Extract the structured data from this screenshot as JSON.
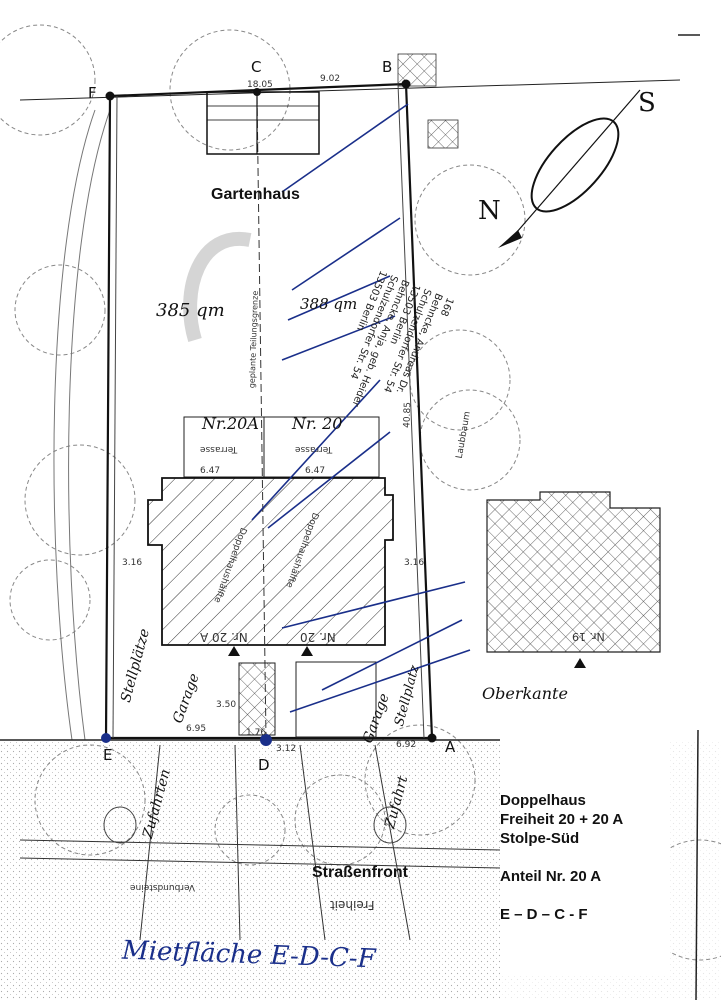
{
  "plan": {
    "garden_house_label": "Gartenhaus",
    "street_front_label": "Straßenfront",
    "street_name": "Freiheit",
    "paving_label": "Verbundsteine",
    "neighbor_unit_label": "Nr. 19",
    "unit_labels": {
      "left": "Nr. 20 A",
      "right": "Nr. 20"
    },
    "terrace_label": "Terrasse",
    "building_label": "Doppelhaushälfte",
    "tree_label": "Laubbaum",
    "boundary_label": "geplante Teilungsgrenze",
    "owner_note_lines": [
      "168",
      "Behncke, Andreas Dr.",
      "Schulzendorfer Str. 54",
      "13503 Berlin",
      "Behncke, Anja, geb. Heider",
      "Schulzendorfer Str. 54",
      "13503 Berlin"
    ],
    "point_labels": {
      "A": "A",
      "B": "B",
      "C": "C",
      "D": "D",
      "E": "E",
      "F": "F"
    },
    "compass": {
      "north": "N",
      "south": "S"
    },
    "dimensions": [
      "18.05",
      "9.02",
      "6.47",
      "6.47",
      "3.16",
      "3.16",
      "40.85",
      "1.76",
      "3.12",
      "6.92",
      "6.95",
      "3.50"
    ]
  },
  "handwritten": {
    "unit_a": "Nr.20A",
    "unit_b": "Nr. 20",
    "area_left": "385 qm",
    "area_right": "388 qm",
    "parking_left": "Stellplätze",
    "garage_left": "Garage",
    "garage_right": "Garage",
    "parking_right": "Stellplatz",
    "drive_left": "Zufahrten",
    "drive_right": "Zufahrt",
    "edge_note": "Oberkante",
    "rental_area": "Mietfläche E-D-C-F"
  },
  "legend": {
    "line1": "Doppelhaus",
    "line2": "Freiheit 20 + 20 A",
    "line3": "Stolpe-Süd",
    "line4": "Anteil Nr. 20 A",
    "line5": "E – D – C - F"
  },
  "colors": {
    "ink": "#1a2f8a",
    "print": "#222222"
  }
}
